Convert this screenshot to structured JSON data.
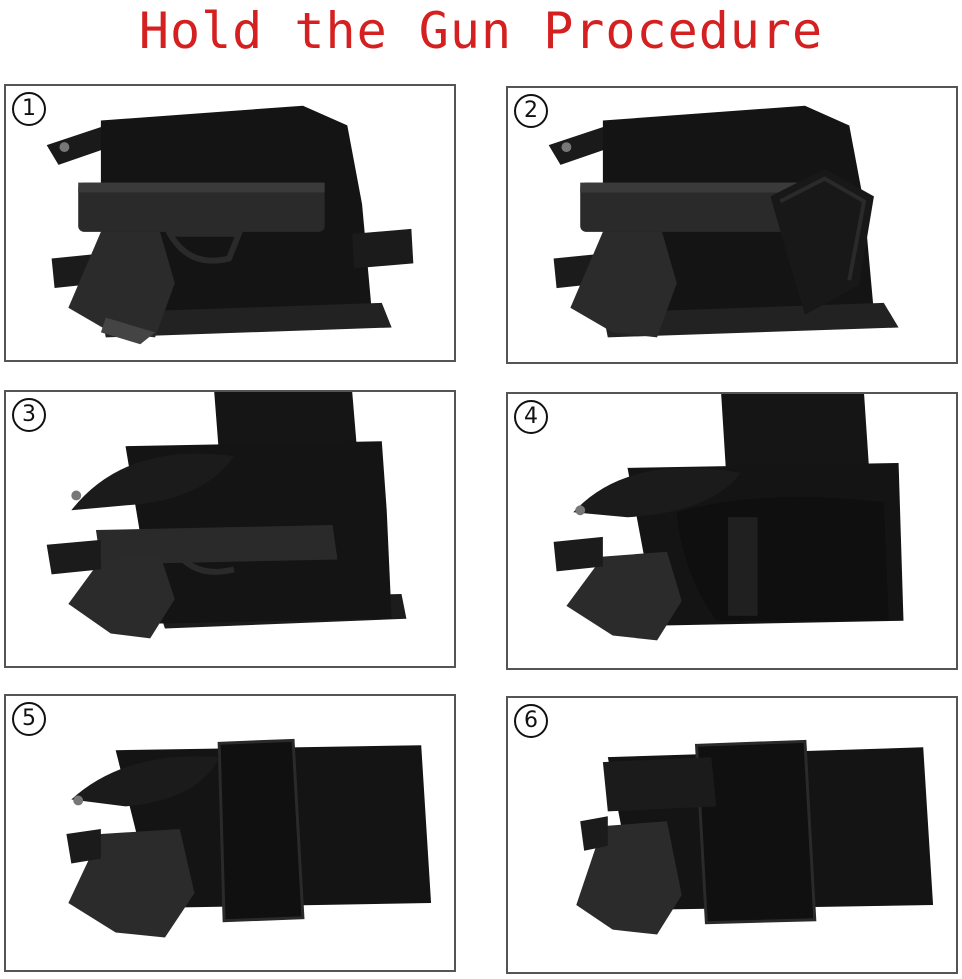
{
  "title": "Hold the Gun Procedure",
  "steps": [
    {
      "number": "1"
    },
    {
      "number": "2"
    },
    {
      "number": "3"
    },
    {
      "number": "4"
    },
    {
      "number": "5"
    },
    {
      "number": "6"
    }
  ],
  "colors": {
    "title": "#d42020",
    "holster": "#161616",
    "gun": "#2a2a2a",
    "border": "#555555"
  }
}
